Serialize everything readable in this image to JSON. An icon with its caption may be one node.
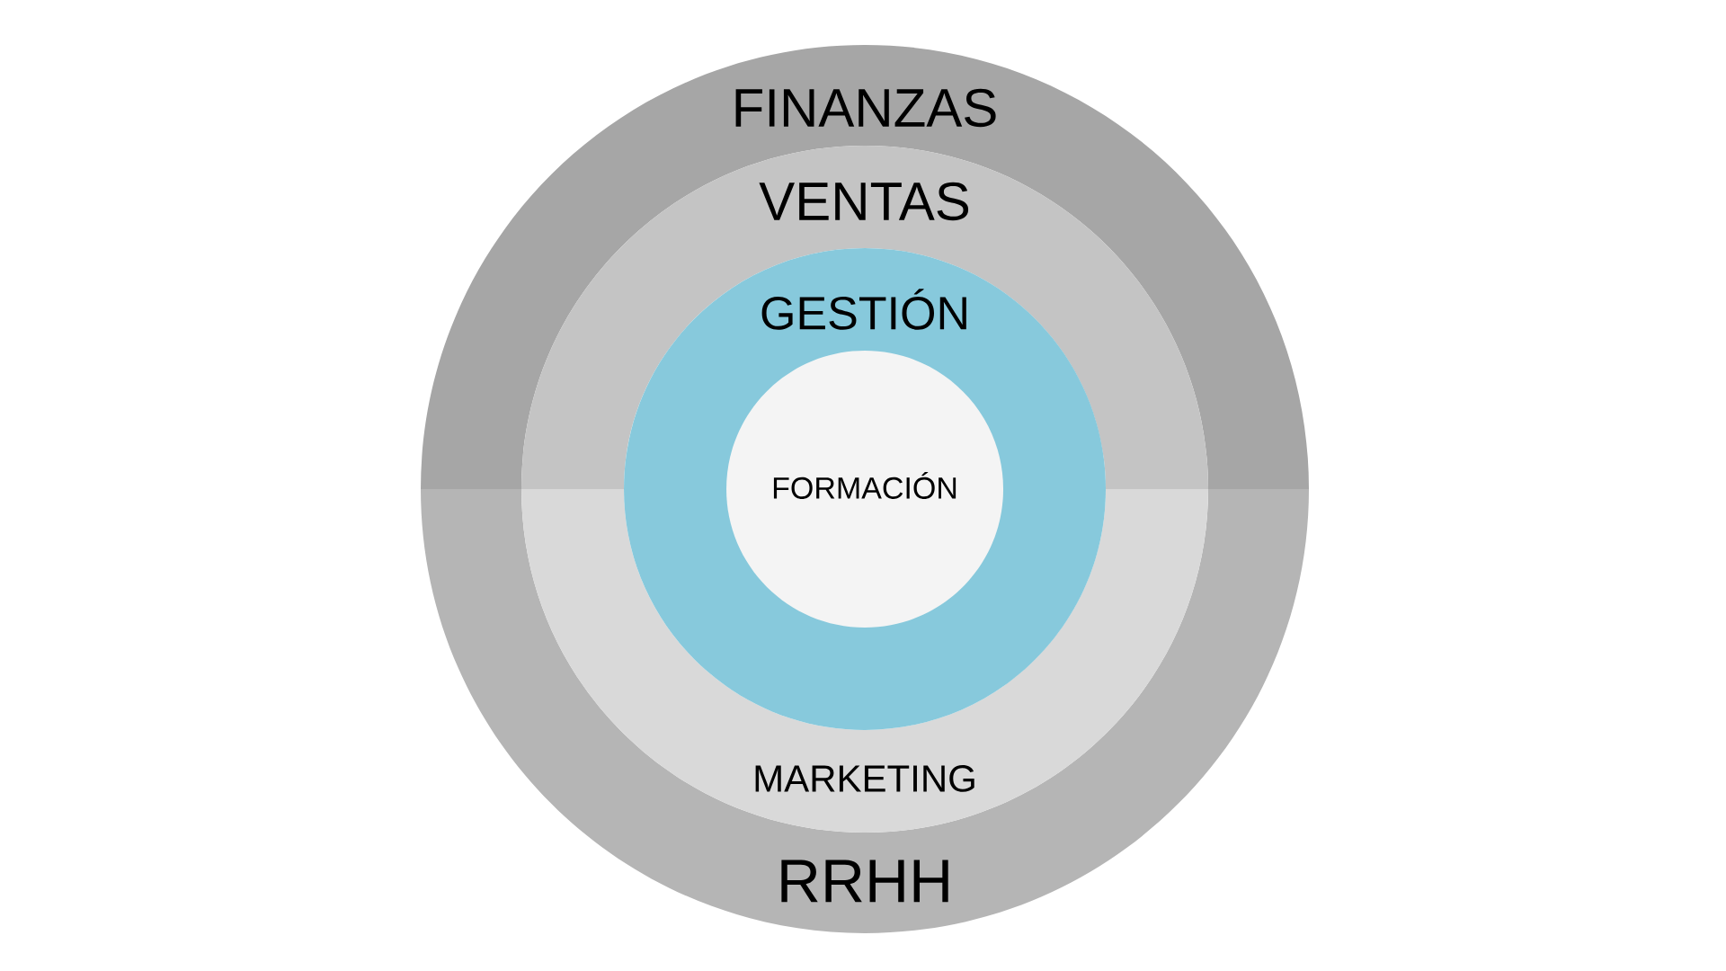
{
  "diagram": {
    "nodes": [
      {
        "text": [
          "FINANZAS"
        ]
      },
      {
        "text": [
          "RRHH"
        ]
      },
      {
        "text": [
          "VENTAS"
        ]
      },
      {
        "text": [
          "MARKETING"
        ]
      },
      {
        "text": [
          "GESTIÓN"
        ]
      },
      {
        "text": [
          "FORMACIÓN"
        ],
        "in": 4
      }
    ]
  }
}
